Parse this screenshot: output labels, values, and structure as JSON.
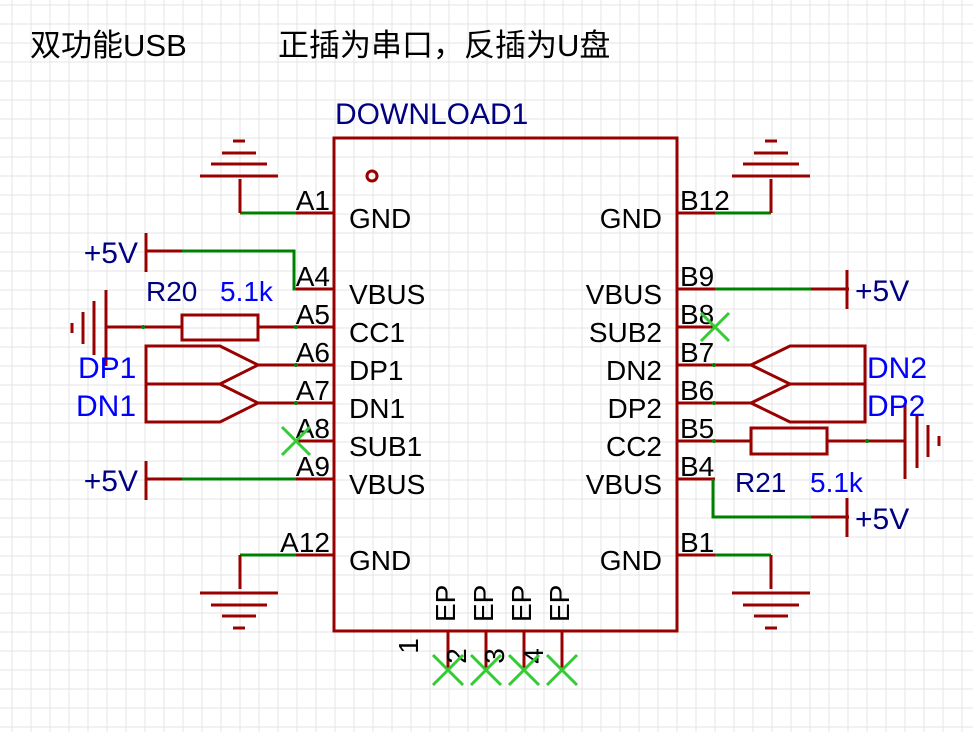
{
  "title_left": "双功能USB",
  "title_right": "正插为串口，反插为U盘",
  "component": {
    "designator": "DOWNLOAD1",
    "left_pins": [
      {
        "num": "A1",
        "name": "GND"
      },
      {
        "num": "A4",
        "name": "VBUS"
      },
      {
        "num": "A5",
        "name": "CC1"
      },
      {
        "num": "A6",
        "name": "DP1"
      },
      {
        "num": "A7",
        "name": "DN1"
      },
      {
        "num": "A8",
        "name": "SUB1"
      },
      {
        "num": "A9",
        "name": "VBUS"
      },
      {
        "num": "A12",
        "name": "GND"
      }
    ],
    "right_pins": [
      {
        "num": "B12",
        "name": "GND"
      },
      {
        "num": "B9",
        "name": "VBUS"
      },
      {
        "num": "B8",
        "name": "SUB2"
      },
      {
        "num": "B7",
        "name": "DN2"
      },
      {
        "num": "B6",
        "name": "DP2"
      },
      {
        "num": "B5",
        "name": "CC2"
      },
      {
        "num": "B4",
        "name": "VBUS"
      },
      {
        "num": "B1",
        "name": "GND"
      }
    ],
    "bottom_pins": [
      {
        "num": "1",
        "name": "EP"
      },
      {
        "num": "2",
        "name": "EP"
      },
      {
        "num": "3",
        "name": "EP"
      },
      {
        "num": "4",
        "name": "EP"
      }
    ]
  },
  "resistors": [
    {
      "designator": "R20",
      "value": "5.1k"
    },
    {
      "designator": "R21",
      "value": "5.1k"
    }
  ],
  "net_labels": {
    "dp1": "DP1",
    "dn1": "DN1",
    "dn2": "DN2",
    "dp2": "DP2"
  },
  "power_labels": {
    "vcc_a4": "+5V",
    "vcc_a9": "+5V",
    "vcc_b9": "+5V",
    "vcc_b4": "+5V"
  },
  "colors": {
    "wire": "#008000",
    "component": "#990000",
    "no_connect": "#33cc33",
    "designator": "#000080",
    "value": "#0000ff",
    "grid": "#e4e4e4"
  }
}
